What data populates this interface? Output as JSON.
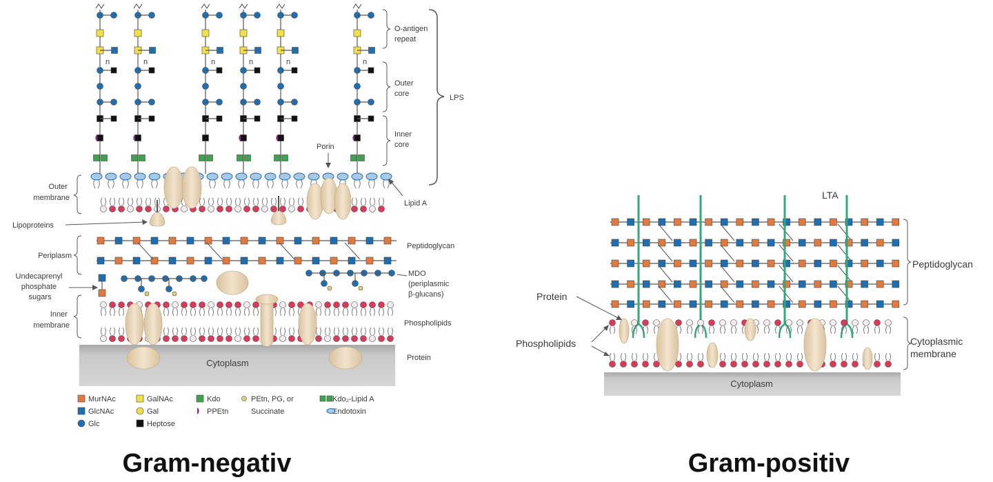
{
  "gram_negative": {
    "title": "Gram-negativ",
    "left_labels": {
      "outer_membrane": [
        "Outer",
        "membrane"
      ],
      "lipoproteins": "Lipoproteins",
      "periplasm": "Periplasm",
      "undecaprenyl": [
        "Undecaprenyl",
        "phosphate",
        "sugars"
      ],
      "inner_membrane": [
        "Inner",
        "membrane"
      ]
    },
    "right_labels": {
      "o_antigen": [
        "O-antigen",
        "repeat"
      ],
      "outer_core": [
        "Outer",
        "core"
      ],
      "inner_core": [
        "Inner",
        "core"
      ],
      "lps": "LPS",
      "porin": "Porin",
      "lipid_a": "Lipid A",
      "peptidoglycan": "Peptidoglycan",
      "mdo": [
        "MDO",
        "(periplasmic",
        "β-glucans)"
      ],
      "phospholipids": "Phospholipids",
      "protein": "Protein"
    },
    "repeat_index": "n",
    "cytoplasm": "Cytoplasm",
    "legend": [
      {
        "symbol": "square",
        "color": "#e07a3e",
        "label": "MurNAc"
      },
      {
        "symbol": "square",
        "color": "#1f6fb0",
        "label": "GlcNAc"
      },
      {
        "symbol": "circle",
        "color": "#1f6fb0",
        "label": "Glc"
      },
      {
        "symbol": "square",
        "color": "#f2e04a",
        "label": "GalNAc"
      },
      {
        "symbol": "circle",
        "color": "#f2e04a",
        "label": "Gal"
      },
      {
        "symbol": "square",
        "color": "#111111",
        "label": "Heptose"
      },
      {
        "symbol": "square",
        "color": "#3fa34d",
        "label": "Kdo"
      },
      {
        "symbol": "half-circle",
        "color": "#8e2a8e",
        "label": "PPEtn"
      },
      {
        "symbol": "small-circle",
        "color": "#e2d27a",
        "label": "PEtn, PG, or"
      },
      {
        "symbol": "none",
        "color": "",
        "label": "Succinate"
      },
      {
        "symbol": "kdo2",
        "color": "#3fa34d",
        "label": "Kdo₂-Lipid A"
      },
      {
        "symbol": "none",
        "color": "",
        "label": "Endotoxin"
      }
    ]
  },
  "gram_positive": {
    "title": "Gram-positiv",
    "lta": "LTA",
    "peptidoglycan": "Peptidoglycan",
    "protein": "Protein",
    "phospholipids": "Phospholipids",
    "cytoplasmic_membrane": [
      "Cytoplasmic",
      "membrane"
    ],
    "cytoplasm": "Cytoplasm"
  },
  "colors": {
    "murnac": "#e07a3e",
    "glcnac": "#1f6fb0",
    "glc": "#1f6fb0",
    "galnac": "#f2e04a",
    "heptose": "#111111",
    "kdo": "#3fa34d",
    "ppetn": "#8e2a8e",
    "lipid_head_red": "#d93a5a",
    "lipid_head_light": "#f2ecec",
    "protein": "#e8d5b5",
    "cytoplasm": "#c8c8c8",
    "lta": "#2eaa7a"
  }
}
